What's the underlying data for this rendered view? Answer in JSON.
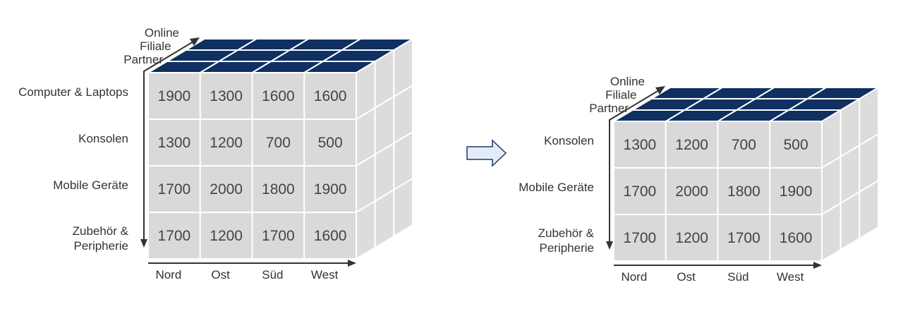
{
  "colors": {
    "front": "#d9d9d9",
    "side": "#dcdcdc",
    "top": "#0f3060",
    "grid": "#ffffff",
    "arrow_fill": "#e3ecf8",
    "arrow_stroke": "#1f3a66"
  },
  "depth_labels": [
    "Online",
    "Filiale",
    "Partner"
  ],
  "columns": [
    "Nord",
    "Ost",
    "Süd",
    "West"
  ],
  "left_cube": {
    "rows": [
      "Computer & Laptops",
      "Konsolen",
      "Mobile Geräte",
      "Zubehör & Peripherie"
    ],
    "values": [
      [
        1900,
        1300,
        1600,
        1600
      ],
      [
        1300,
        1200,
        700,
        500
      ],
      [
        1700,
        2000,
        1800,
        1900
      ],
      [
        1700,
        1200,
        1700,
        1600
      ]
    ]
  },
  "right_cube": {
    "rows": [
      "Konsolen",
      "Mobile Geräte",
      "Zubehör & Peripherie"
    ],
    "values": [
      [
        1300,
        1200,
        700,
        500
      ],
      [
        1700,
        2000,
        1800,
        1900
      ],
      [
        1700,
        1200,
        1700,
        1600
      ]
    ]
  },
  "transition_icon": "right-arrow-icon"
}
